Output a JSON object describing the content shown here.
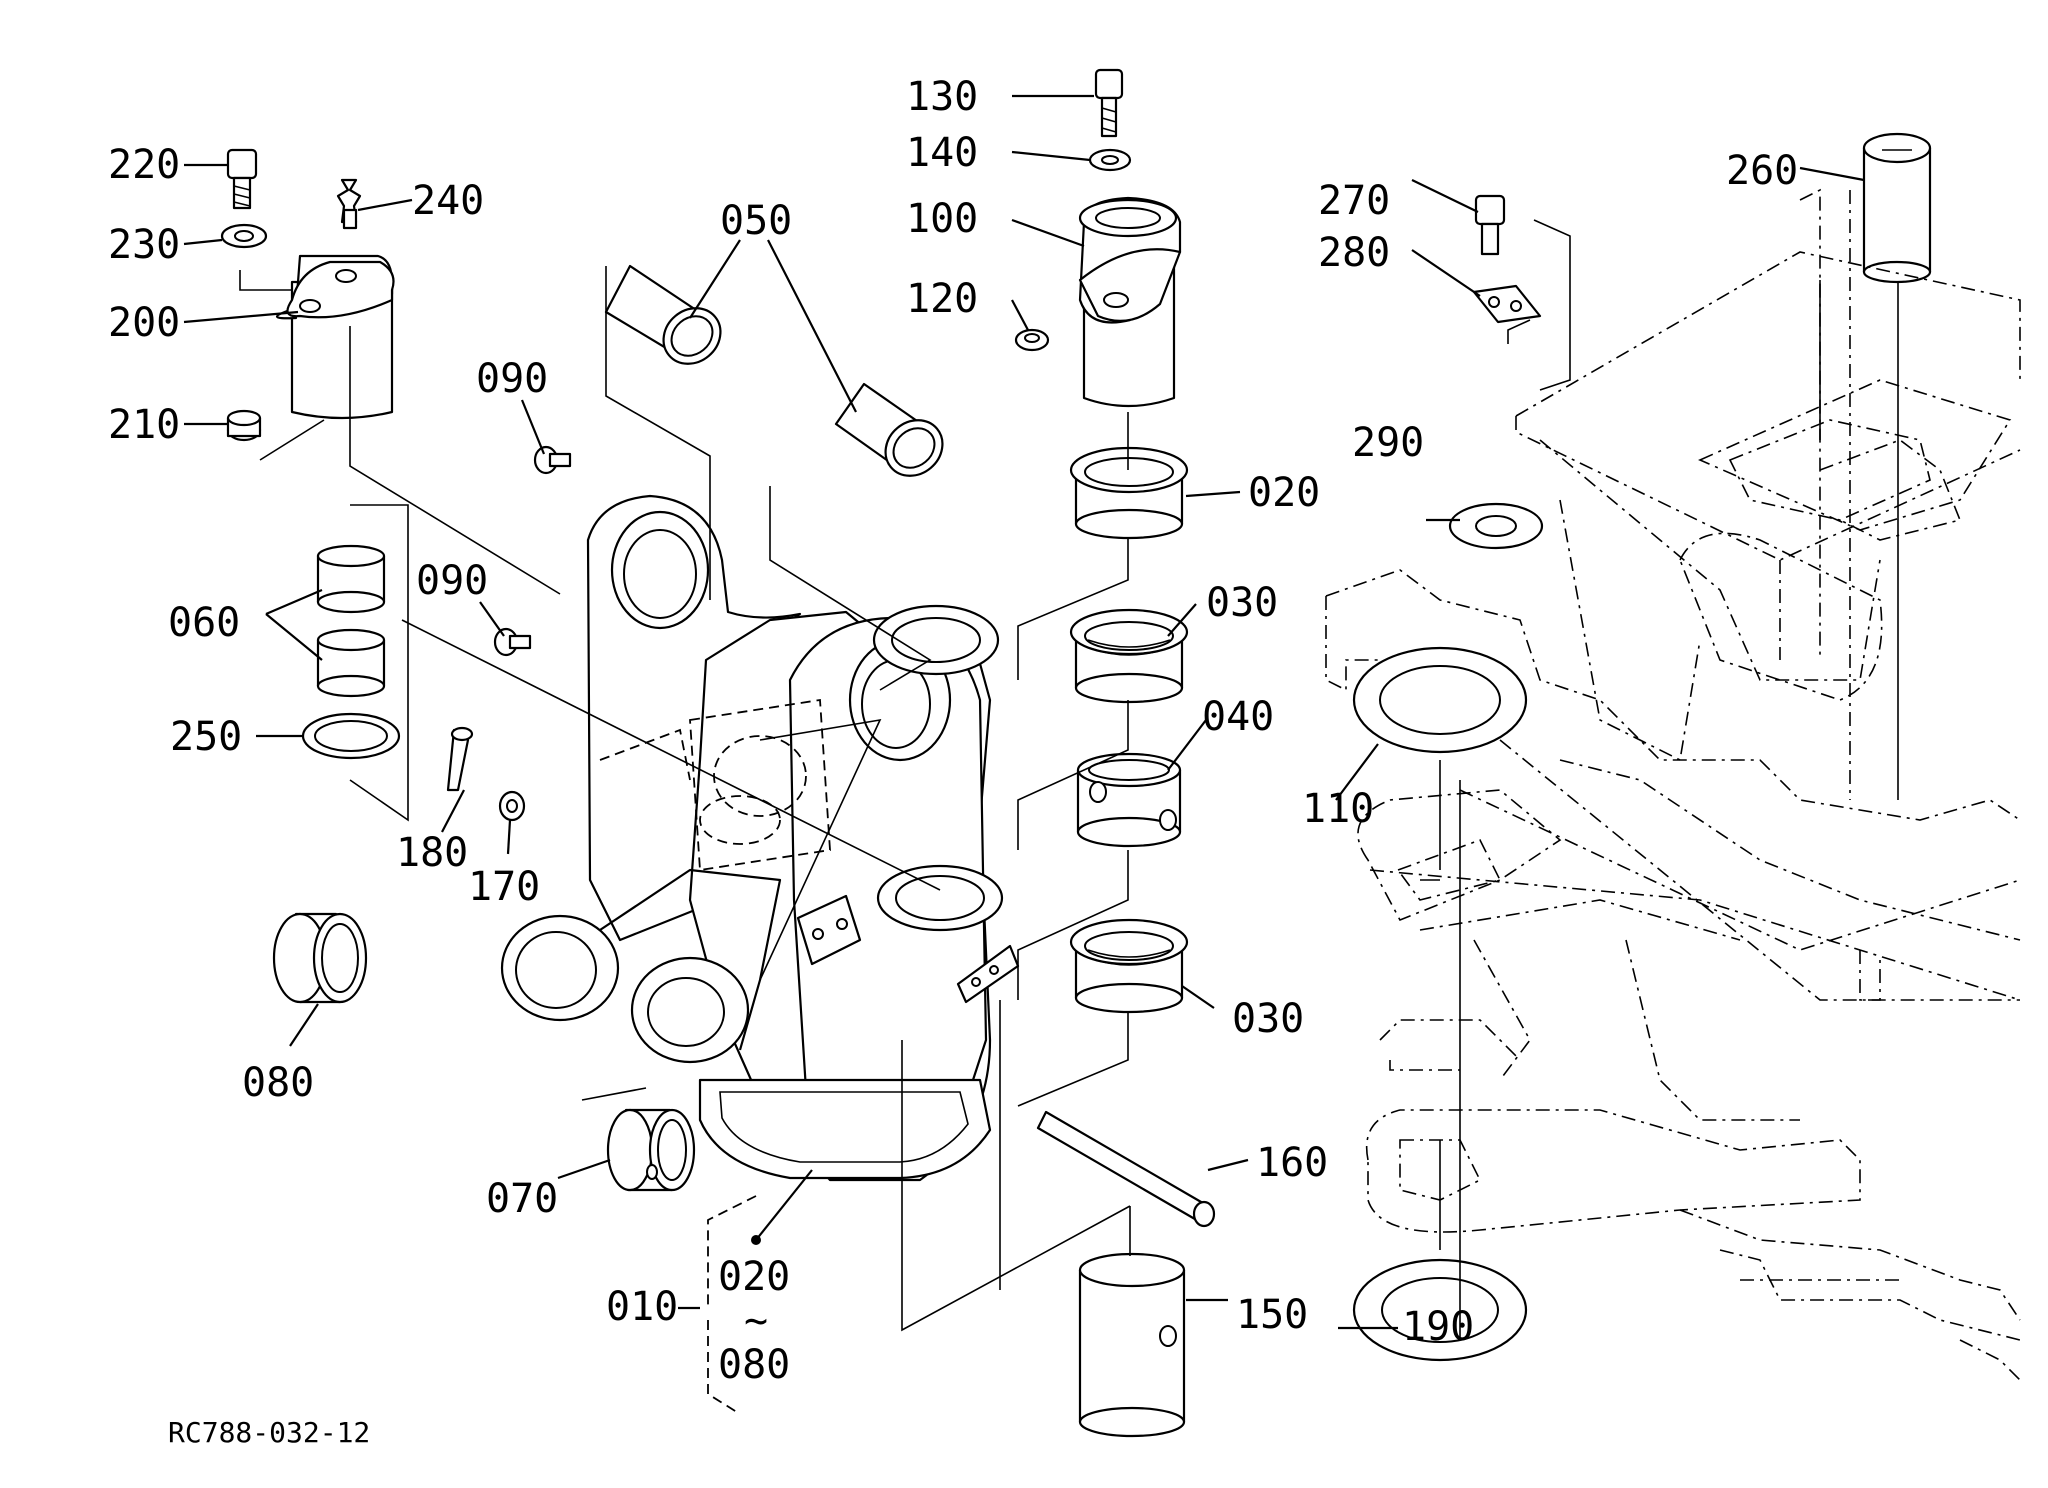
{
  "drawing_code": "RC788-032-12",
  "labels": {
    "p220": "220",
    "p230": "230",
    "p240": "240",
    "p200": "200",
    "p210": "210",
    "p060": "060",
    "p250": "250",
    "p180": "180",
    "p170": "170",
    "p090a": "090",
    "p090b": "090",
    "p050": "050",
    "p130": "130",
    "p140": "140",
    "p100": "100",
    "p120": "120",
    "p020": "020",
    "p030a": "030",
    "p040": "040",
    "p030b": "030",
    "p160": "160",
    "p150": "150",
    "p190": "190",
    "p110": "110",
    "p290": "290",
    "p270": "270",
    "p280": "280",
    "p260": "260",
    "p080": "080",
    "p070": "070",
    "p010": "010",
    "range_start": "020",
    "range_sep": "~",
    "range_end": "080"
  }
}
